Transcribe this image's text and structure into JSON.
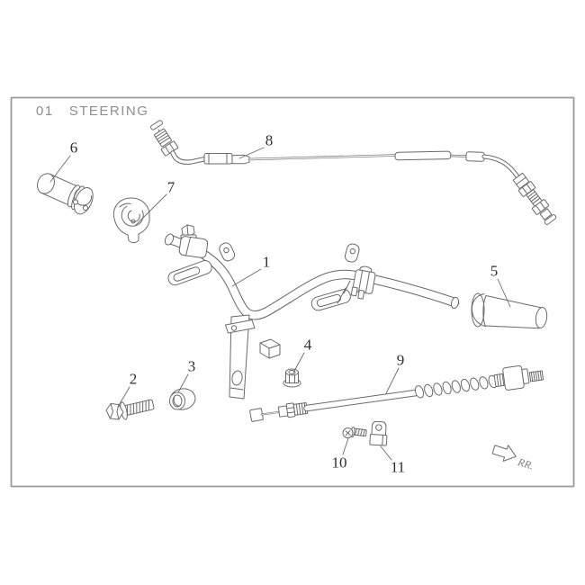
{
  "page": {
    "section_number": "01",
    "section_title": "STEERING"
  },
  "direction_marker": {
    "label": "RR."
  },
  "part_labels": {
    "p1": "1",
    "p2": "2",
    "p3": "3",
    "p4": "4",
    "p5": "5",
    "p6": "6",
    "p7": "7",
    "p8": "8",
    "p9": "9",
    "p10": "10",
    "p11": "11"
  },
  "colors": {
    "line_art": "#6a6a6a",
    "labels": "#2e2e2e",
    "frame": "#9a9a9a",
    "title": "#8e8e8e"
  }
}
